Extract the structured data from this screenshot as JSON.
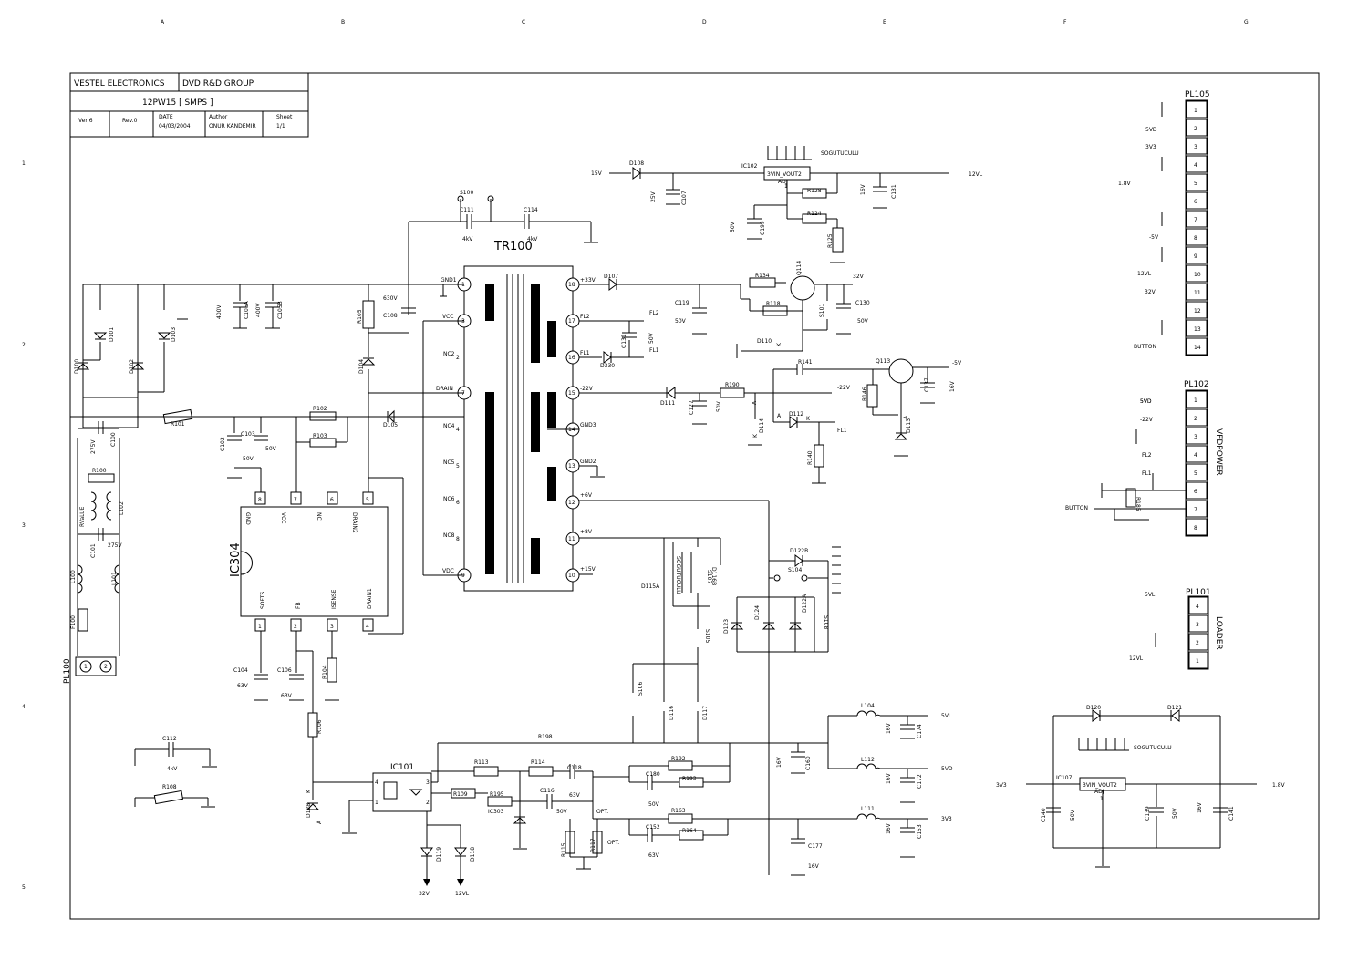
{
  "title_block": {
    "company": "VESTEL ELECTRONICS",
    "group": "DVD R&D GROUP",
    "title": "12PW15 [ SMPS ]",
    "ver": "Ver 6",
    "rev": "Rev.0",
    "date_label": "DATE",
    "date": "04/03/2004",
    "author_label": "Author",
    "author": "ONUR KANDEMIR",
    "sheet_label": "Sheet",
    "sheet": "1/1"
  },
  "border": {
    "cols": [
      "A",
      "B",
      "C",
      "D",
      "E",
      "F",
      "G"
    ],
    "rows": [
      "1",
      "2",
      "3",
      "4",
      "5"
    ]
  },
  "transformer": {
    "name": "TR100",
    "left_pins": [
      {
        "num": "1",
        "label": "GND1"
      },
      {
        "num": "3",
        "label": "VCC"
      },
      {
        "num": "2",
        "label": "NC2"
      },
      {
        "num": "7",
        "label": "DRAIN"
      },
      {
        "num": "4",
        "label": "NC4"
      },
      {
        "num": "5",
        "label": "NC5"
      },
      {
        "num": "6",
        "label": "NC6"
      },
      {
        "num": "8",
        "label": "NC8"
      },
      {
        "num": "9",
        "label": "VDC"
      }
    ],
    "right_pins": [
      {
        "num": "18",
        "label": "+33V"
      },
      {
        "num": "17",
        "label": "FL2"
      },
      {
        "num": "16",
        "label": "FL1"
      },
      {
        "num": "15",
        "label": "-22V"
      },
      {
        "num": "14",
        "label": "GND3"
      },
      {
        "num": "13",
        "label": "GND2"
      },
      {
        "num": "12",
        "label": "+6V"
      },
      {
        "num": "11",
        "label": "+8V"
      },
      {
        "num": "10",
        "label": "+15V"
      }
    ]
  },
  "ic304": {
    "name": "IC304",
    "top_pins": [
      {
        "num": "8",
        "label": "GND"
      },
      {
        "num": "7",
        "label": "VCC"
      },
      {
        "num": "6",
        "label": "NC"
      },
      {
        "num": "5",
        "label": "DRAIN2"
      }
    ],
    "bottom_pins": [
      {
        "num": "1",
        "label": "SOFTS"
      },
      {
        "num": "2",
        "label": "FB"
      },
      {
        "num": "3",
        "label": "ISENSE"
      },
      {
        "num": "4",
        "label": "DRAIN1"
      }
    ]
  },
  "ic102": {
    "name": "IC102",
    "label": "3VIN_VOUT2",
    "sub": "ADJ",
    "pin": "1"
  },
  "ic107": {
    "name": "IC107",
    "label": "3VIN_VOUT2",
    "sub": "ADJ",
    "pin": "1"
  },
  "ic101": {
    "name": "IC101",
    "pins": [
      "4",
      "3",
      "1",
      "2"
    ]
  },
  "heatsink_label": "SOGUTUCULU",
  "connectors": {
    "pl105": {
      "name": "PL105",
      "pins": [
        "1",
        "2",
        "3",
        "4",
        "5",
        "6",
        "7",
        "8",
        "9",
        "10",
        "11",
        "12",
        "13",
        "14"
      ],
      "signals": [
        {
          "pin": "2",
          "label": "5VD"
        },
        {
          "pin": "3",
          "label": "3V3"
        },
        {
          "pin": "5",
          "label": "1.8V"
        },
        {
          "pin": "8",
          "label": "-5V"
        },
        {
          "pin": "10",
          "label": "12VL"
        },
        {
          "pin": "11",
          "label": "32V"
        },
        {
          "pin": "14",
          "label": "BUTTON"
        }
      ]
    },
    "pl102": {
      "name": "PL102",
      "side_label": "VFDPOWER",
      "pins": [
        "1",
        "2",
        "3",
        "4",
        "5",
        "6",
        "7",
        "8"
      ],
      "signals": [
        {
          "pin": "1",
          "label": "5VD"
        },
        {
          "pin": "2",
          "label": "-22V"
        },
        {
          "pin": "4",
          "label": "FL2"
        },
        {
          "pin": "5",
          "label": "FL1"
        },
        {
          "pin": "7",
          "label": "BUTTON"
        }
      ],
      "resistor": "R185"
    },
    "pl101": {
      "name": "PL101",
      "side_label": "LOADER",
      "pins": [
        "4",
        "3",
        "2",
        "1"
      ],
      "signals": [
        {
          "pin": "4",
          "label": "5VL"
        },
        {
          "pin": "1",
          "label": "12VL"
        }
      ]
    },
    "pl100": {
      "name": "PL100",
      "pins": [
        "1",
        "2"
      ]
    }
  },
  "labels": [
    {
      "id": "l1",
      "text": "15V"
    },
    {
      "id": "l2",
      "text": "D108"
    },
    {
      "id": "l3",
      "text": "25V"
    },
    {
      "id": "l4",
      "text": "C107"
    },
    {
      "id": "l5",
      "text": "R128"
    },
    {
      "id": "l6",
      "text": "R124"
    },
    {
      "id": "l7",
      "text": "50V"
    },
    {
      "id": "l8",
      "text": "C199"
    },
    {
      "id": "l9",
      "text": "R125"
    },
    {
      "id": "l10",
      "text": "16V"
    },
    {
      "id": "l11",
      "text": "C131"
    },
    {
      "id": "l12",
      "text": "12VL"
    },
    {
      "id": "l13",
      "text": "S100"
    },
    {
      "id": "l14",
      "text": "C111"
    },
    {
      "id": "l15",
      "text": "C114"
    },
    {
      "id": "l16",
      "text": "4kV"
    },
    {
      "id": "l17",
      "text": "4kV"
    },
    {
      "id": "l18",
      "text": "D107"
    },
    {
      "id": "l19",
      "text": "R134"
    },
    {
      "id": "l20",
      "text": "Q114"
    },
    {
      "id": "l21",
      "text": "32V"
    },
    {
      "id": "l22",
      "text": "C119"
    },
    {
      "id": "l23",
      "text": "50V"
    },
    {
      "id": "l24",
      "text": "R118"
    },
    {
      "id": "l25",
      "text": "S101"
    },
    {
      "id": "l26",
      "text": "C130"
    },
    {
      "id": "l27",
      "text": "50V"
    },
    {
      "id": "l28",
      "text": "FL2"
    },
    {
      "id": "l29",
      "text": "C131"
    },
    {
      "id": "l30",
      "text": "50V"
    },
    {
      "id": "l31",
      "text": "D330"
    },
    {
      "id": "l32",
      "text": "FL1"
    },
    {
      "id": "l33",
      "text": "D110"
    },
    {
      "id": "l34",
      "text": "R141"
    },
    {
      "id": "l35",
      "text": "Q113"
    },
    {
      "id": "l36",
      "text": "-5V"
    },
    {
      "id": "l37",
      "text": "C137"
    },
    {
      "id": "l38",
      "text": "16V"
    },
    {
      "id": "l39",
      "text": "-22V"
    },
    {
      "id": "l40",
      "text": "D111"
    },
    {
      "id": "l41",
      "text": "R190"
    },
    {
      "id": "l42",
      "text": "C127"
    },
    {
      "id": "l43",
      "text": "50V"
    },
    {
      "id": "l44",
      "text": "D114"
    },
    {
      "id": "l45",
      "text": "D112"
    },
    {
      "id": "l46",
      "text": "FL1"
    },
    {
      "id": "l47",
      "text": "R146"
    },
    {
      "id": "l48",
      "text": "D113"
    },
    {
      "id": "l49",
      "text": "R140"
    },
    {
      "id": "l50",
      "text": "400V"
    },
    {
      "id": "l51",
      "text": "C105A"
    },
    {
      "id": "l52",
      "text": "400V"
    },
    {
      "id": "l53",
      "text": "C105B"
    },
    {
      "id": "l54",
      "text": "R105"
    },
    {
      "id": "l55",
      "text": "630V"
    },
    {
      "id": "l56",
      "text": "C108"
    },
    {
      "id": "l57",
      "text": "D101"
    },
    {
      "id": "l58",
      "text": "D103"
    },
    {
      "id": "l59",
      "text": "D100"
    },
    {
      "id": "l60",
      "text": "D102"
    },
    {
      "id": "l61",
      "text": "D104"
    },
    {
      "id": "l62",
      "text": "R101"
    },
    {
      "id": "l63",
      "text": "R102"
    },
    {
      "id": "l64",
      "text": "D105"
    },
    {
      "id": "l65",
      "text": "R103"
    },
    {
      "id": "l66",
      "text": "C102"
    },
    {
      "id": "l67",
      "text": "50V"
    },
    {
      "id": "l68",
      "text": "C103"
    },
    {
      "id": "l69",
      "text": "50V"
    },
    {
      "id": "l70",
      "text": "275V"
    },
    {
      "id": "l71",
      "text": "C100"
    },
    {
      "id": "l72",
      "text": "R100"
    },
    {
      "id": "l73",
      "text": "RVaLUE"
    },
    {
      "id": "l74",
      "text": "L102"
    },
    {
      "id": "l75",
      "text": "C101"
    },
    {
      "id": "l76",
      "text": "275V"
    },
    {
      "id": "l77",
      "text": "L100"
    },
    {
      "id": "l78",
      "text": "L101"
    },
    {
      "id": "l79",
      "text": "F100"
    },
    {
      "id": "l80",
      "text": "C104"
    },
    {
      "id": "l81",
      "text": "63V"
    },
    {
      "id": "l82",
      "text": "C106"
    },
    {
      "id": "l83",
      "text": "63V"
    },
    {
      "id": "l84",
      "text": "R104"
    },
    {
      "id": "l85",
      "text": "R106"
    },
    {
      "id": "l86",
      "text": "C112"
    },
    {
      "id": "l87",
      "text": "4kV"
    },
    {
      "id": "l88",
      "text": "R108"
    },
    {
      "id": "l89",
      "text": "D128"
    },
    {
      "id": "l90",
      "text": "R113"
    },
    {
      "id": "l91",
      "text": "R114"
    },
    {
      "id": "l92",
      "text": "C118"
    },
    {
      "id": "l93",
      "text": "R195"
    },
    {
      "id": "l94",
      "text": "C116"
    },
    {
      "id": "l95",
      "text": "63V"
    },
    {
      "id": "l96",
      "text": "R109"
    },
    {
      "id": "l97",
      "text": "IC303"
    },
    {
      "id": "l98",
      "text": "50V"
    },
    {
      "id": "l99",
      "text": "OPT."
    },
    {
      "id": "l100",
      "text": "D119"
    },
    {
      "id": "l101",
      "text": "D118"
    },
    {
      "id": "l102",
      "text": "32V"
    },
    {
      "id": "l103",
      "text": "12VL"
    },
    {
      "id": "l104",
      "text": "R115"
    },
    {
      "id": "l105",
      "text": "R117"
    },
    {
      "id": "l106",
      "text": "OPT."
    },
    {
      "id": "l107",
      "text": "C152"
    },
    {
      "id": "l108",
      "text": "63V"
    },
    {
      "id": "l109",
      "text": "R192"
    },
    {
      "id": "l110",
      "text": "C180"
    },
    {
      "id": "l111",
      "text": "R193"
    },
    {
      "id": "l112",
      "text": "50V"
    },
    {
      "id": "l113",
      "text": "R163"
    },
    {
      "id": "l114",
      "text": "R164"
    },
    {
      "id": "l115",
      "text": "R198"
    },
    {
      "id": "l116",
      "text": "D115A"
    },
    {
      "id": "l117",
      "text": "SOGUTUCULU"
    },
    {
      "id": "l118",
      "text": "S107"
    },
    {
      "id": "l119",
      "text": "D116B"
    },
    {
      "id": "l120",
      "text": "S105"
    },
    {
      "id": "l121",
      "text": "S106"
    },
    {
      "id": "l122",
      "text": "D116"
    },
    {
      "id": "l123",
      "text": "D117"
    },
    {
      "id": "l124",
      "text": "D122B"
    },
    {
      "id": "l125",
      "text": "S104"
    },
    {
      "id": "l126",
      "text": "D123"
    },
    {
      "id": "l127",
      "text": "D124"
    },
    {
      "id": "l128",
      "text": "D122A"
    },
    {
      "id": "l129",
      "text": "S108"
    },
    {
      "id": "l130",
      "text": "16V"
    },
    {
      "id": "l131",
      "text": "C160"
    },
    {
      "id": "l132",
      "text": "L104"
    },
    {
      "id": "l133",
      "text": "5VL"
    },
    {
      "id": "l134",
      "text": "16V"
    },
    {
      "id": "l135",
      "text": "C174"
    },
    {
      "id": "l136",
      "text": "L112"
    },
    {
      "id": "l137",
      "text": "5VD"
    },
    {
      "id": "l138",
      "text": "16V"
    },
    {
      "id": "l139",
      "text": "C172"
    },
    {
      "id": "l140",
      "text": "L111"
    },
    {
      "id": "l141",
      "text": "3V3"
    },
    {
      "id": "l142",
      "text": "16V"
    },
    {
      "id": "l143",
      "text": "C153"
    },
    {
      "id": "l144",
      "text": "C177"
    },
    {
      "id": "l145",
      "text": "16V"
    },
    {
      "id": "l146",
      "text": "D120"
    },
    {
      "id": "l147",
      "text": "D121"
    },
    {
      "id": "l148",
      "text": "3V3"
    },
    {
      "id": "l149",
      "text": "C140"
    },
    {
      "id": "l150",
      "text": "50V"
    },
    {
      "id": "l151",
      "text": "C139"
    },
    {
      "id": "l152",
      "text": "50V"
    },
    {
      "id": "l153",
      "text": "16V"
    },
    {
      "id": "l154",
      "text": "C141"
    },
    {
      "id": "l155",
      "text": "1.8V"
    },
    {
      "id": "l156",
      "text": "5VD"
    },
    {
      "id": "l157",
      "text": "SOGUTUCULU"
    },
    {
      "id": "l158",
      "text": "SOGUTUCULU"
    },
    {
      "id": "l159",
      "text": "K"
    },
    {
      "id": "l160",
      "text": "A"
    },
    {
      "id": "l161",
      "text": "A"
    },
    {
      "id": "l162",
      "text": "K"
    },
    {
      "id": "l163",
      "text": "A"
    },
    {
      "id": "l164",
      "text": "K"
    },
    {
      "id": "l165",
      "text": "K"
    },
    {
      "id": "l166",
      "text": "A"
    }
  ]
}
